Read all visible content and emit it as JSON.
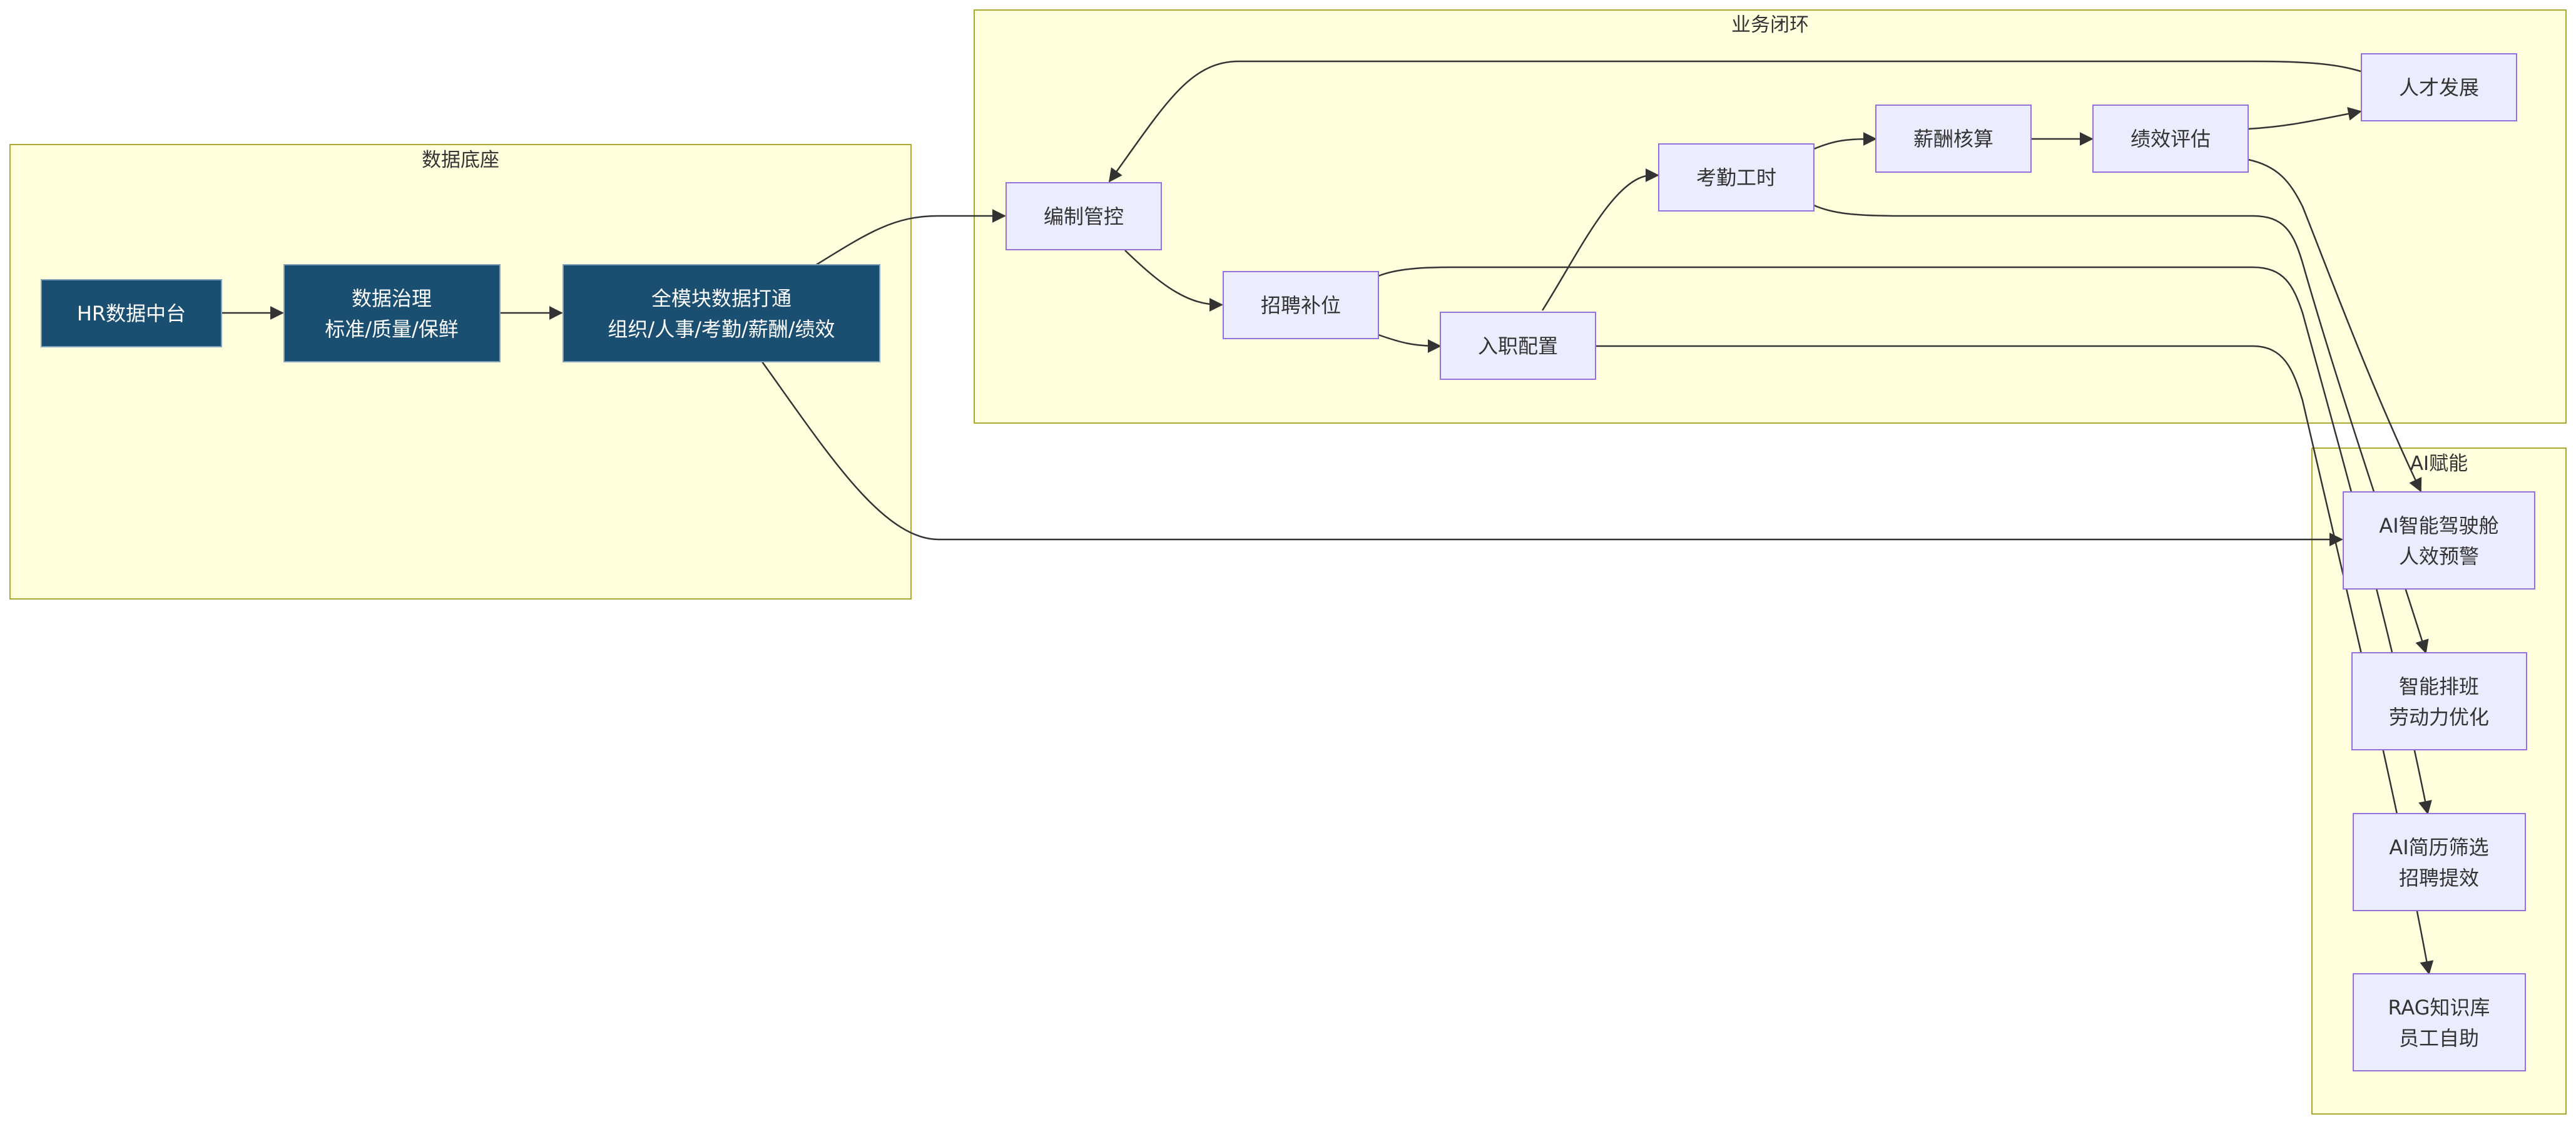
{
  "clusters": {
    "data_base": "数据底座",
    "business_loop": "业务闭环",
    "ai_enable": "AI赋能"
  },
  "nodes": {
    "hr_platform": [
      "HR数据中台"
    ],
    "data_governance": [
      "数据治理",
      "标准/质量/保鲜"
    ],
    "full_module": [
      "全模块数据打通",
      "组织/人事/考勤/薪酬/绩效"
    ],
    "headcount": [
      "编制管控"
    ],
    "recruit_fill": [
      "招聘补位"
    ],
    "onboarding": [
      "入职配置"
    ],
    "attendance": [
      "考勤工时"
    ],
    "payroll": [
      "薪酬核算"
    ],
    "performance": [
      "绩效评估"
    ],
    "talent_dev": [
      "人才发展"
    ],
    "ai_cockpit": [
      "AI智能驾驶舱",
      "人效预警"
    ],
    "smart_schedule": [
      "智能排班",
      "劳动力优化"
    ],
    "ai_resume": [
      "AI简历筛选",
      "招聘提效"
    ],
    "rag_kb": [
      "RAG知识库",
      "员工自助"
    ]
  },
  "colors": {
    "cluster_fill": "#ffffde",
    "cluster_border": "#aaaa33",
    "node_fill": "#ececff",
    "node_border": "#9370db",
    "dark_node_fill": "#1a4f72",
    "edge": "#333333"
  }
}
